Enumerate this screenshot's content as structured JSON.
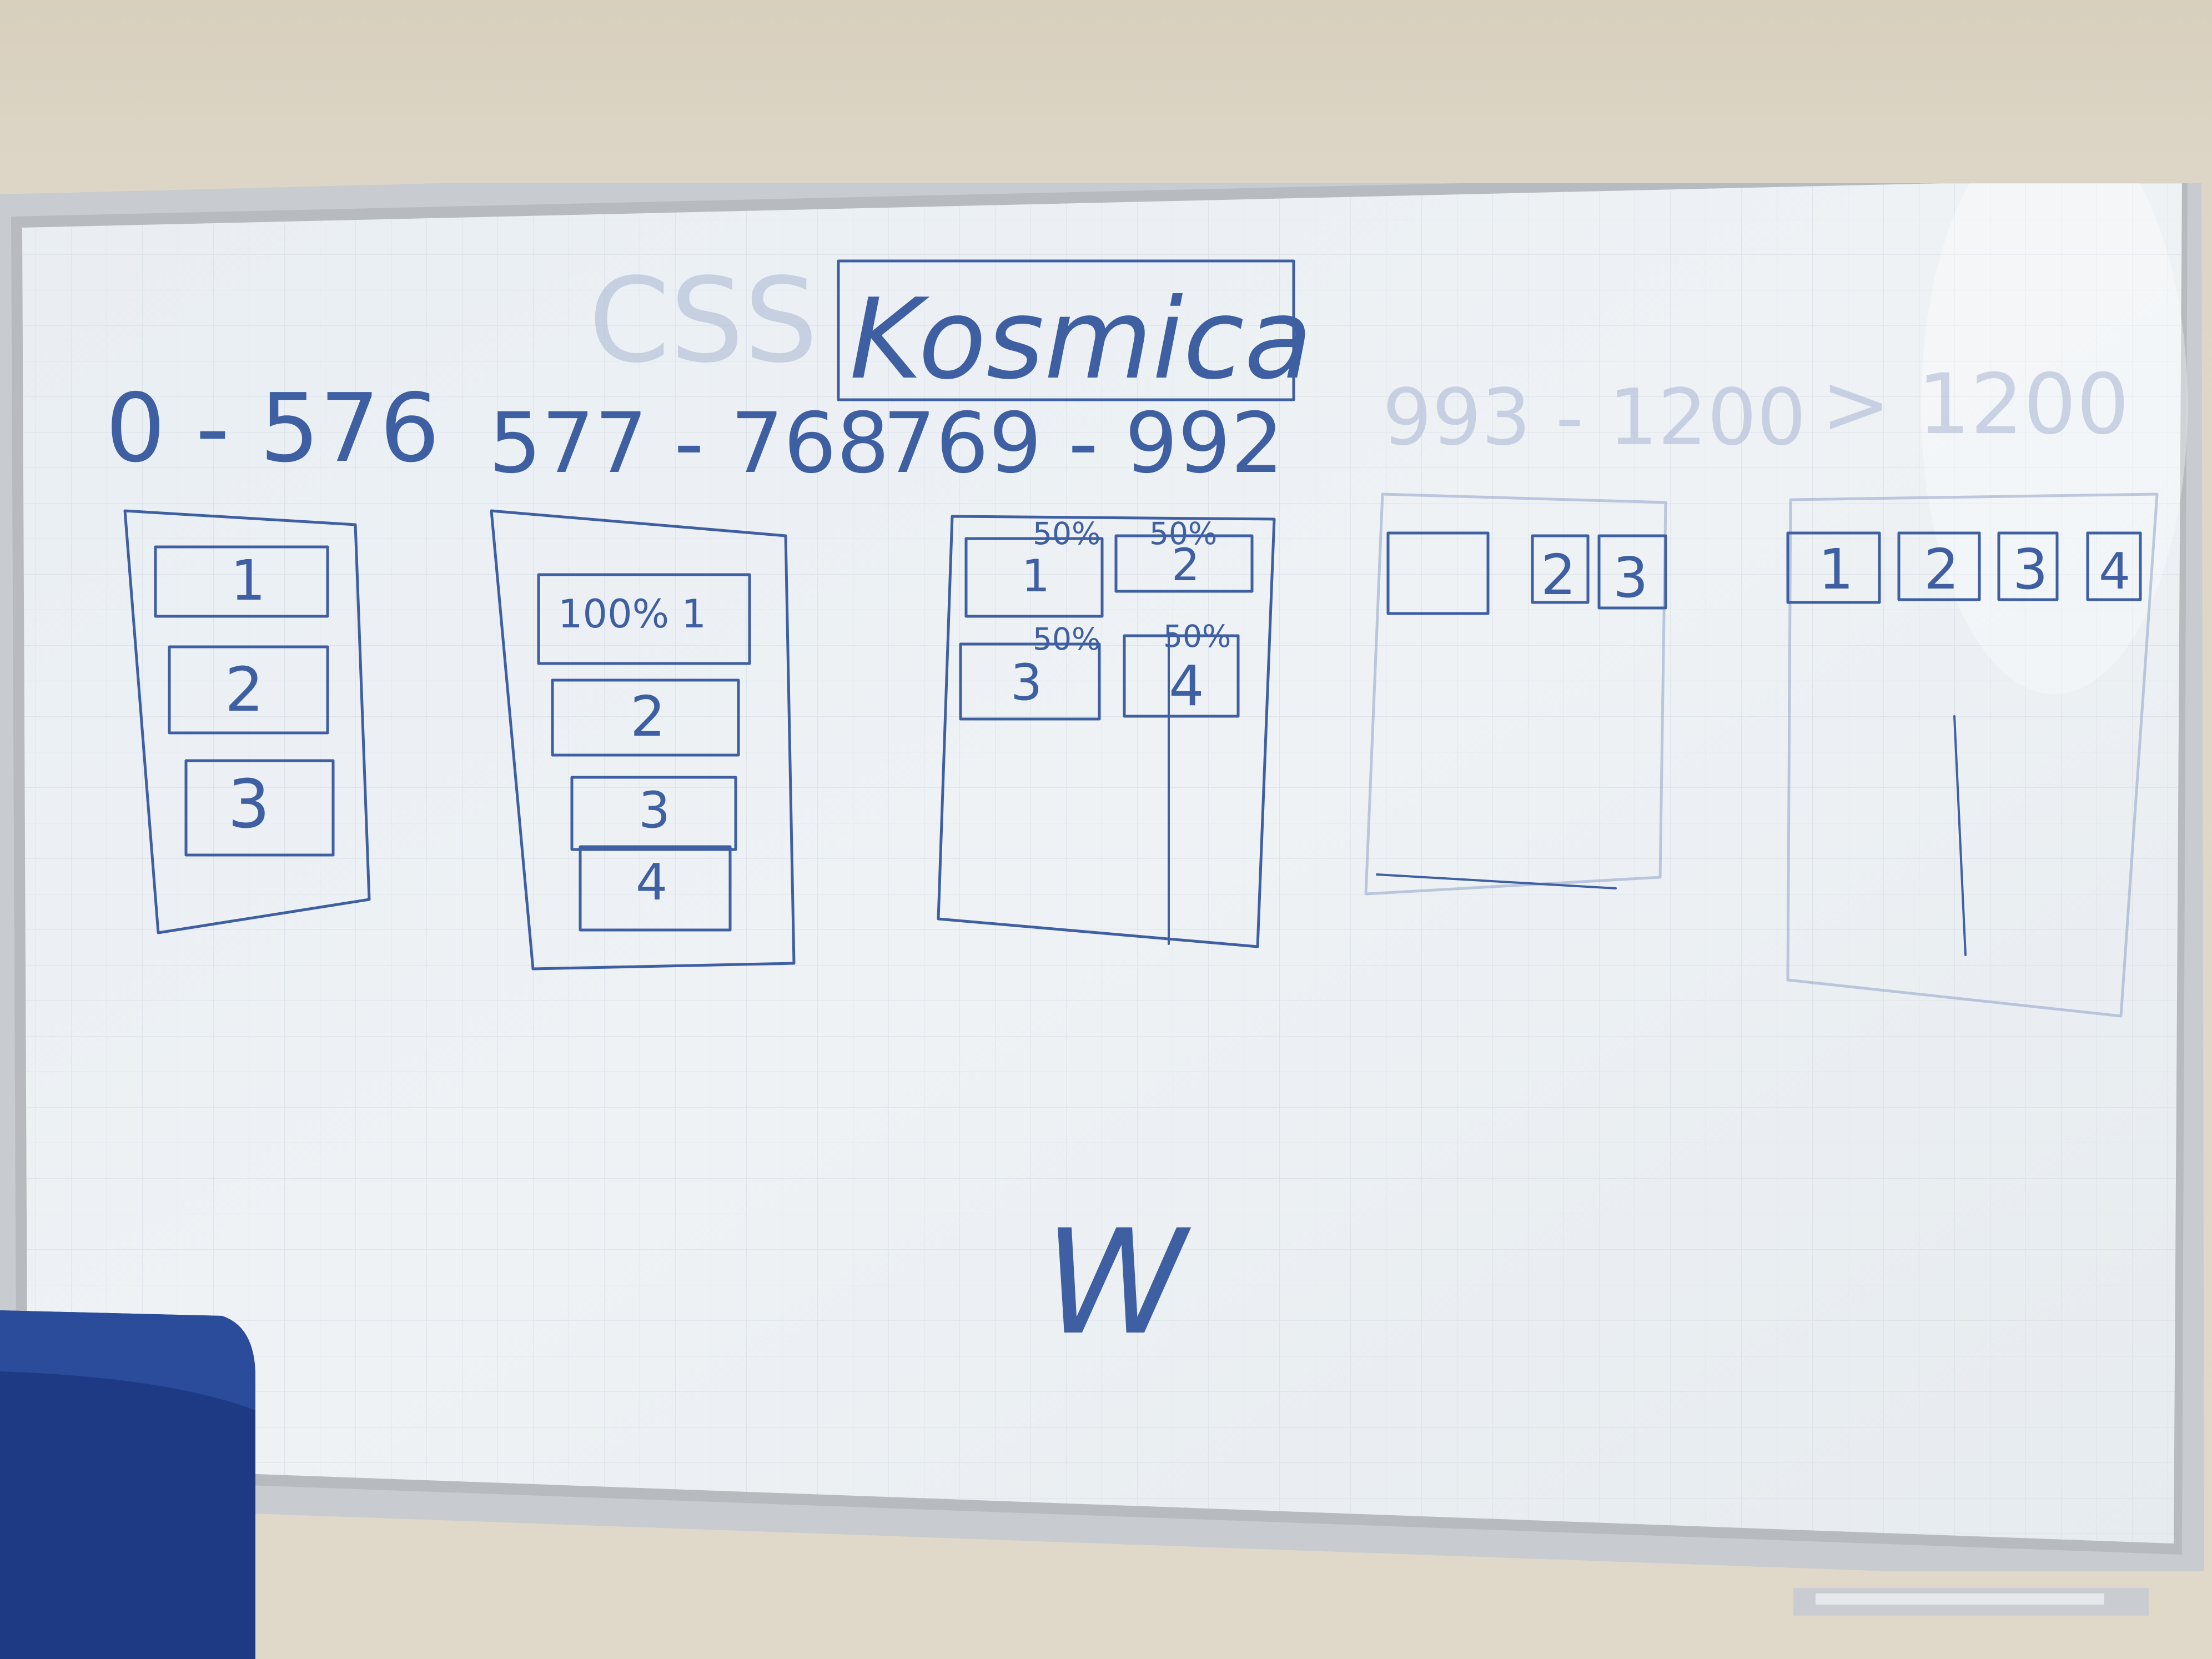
{
  "board": {
    "header": {
      "css_word": "CSS",
      "title_word": "Kosmica"
    },
    "columns": [
      {
        "range": "0 - 576",
        "boxes": [
          "1",
          "2",
          "3"
        ]
      },
      {
        "range": "577 - 768",
        "boxes": [
          "100% 1",
          "2",
          "3",
          "4"
        ]
      },
      {
        "range": "769 - 992",
        "boxes": [
          "1",
          "2",
          "3",
          "4"
        ],
        "box_notes": [
          "50%",
          "50%",
          "50%",
          "50%"
        ]
      },
      {
        "range": "993 - 1200",
        "boxes": [
          "",
          "2",
          "3"
        ]
      },
      {
        "range": "> 1200",
        "boxes": [
          "1",
          "2",
          "3",
          "4"
        ]
      }
    ],
    "scribble": "W"
  },
  "colors": {
    "marker": "#3f5fa3",
    "whiteboard": "#eef1f4",
    "frame": "#c9ccd0",
    "wall": "#ddd6c6",
    "chair": "#1f3a85"
  }
}
